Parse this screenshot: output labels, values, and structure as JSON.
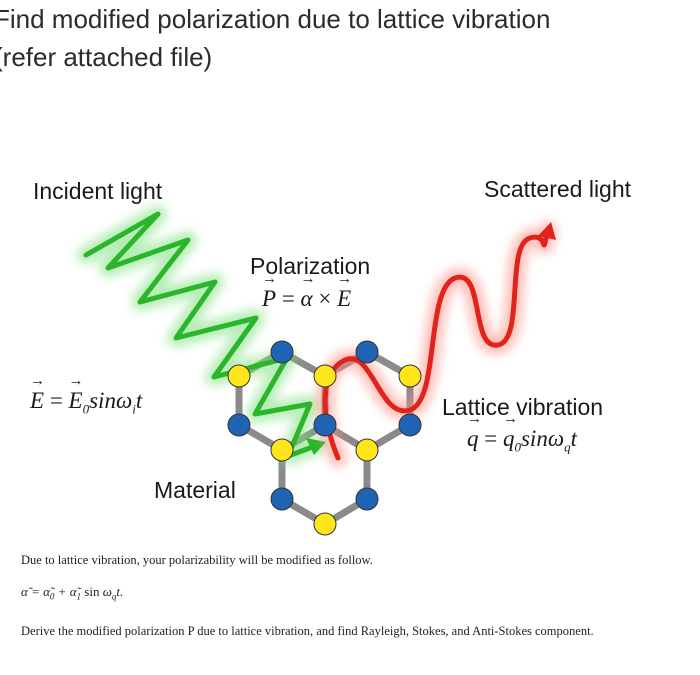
{
  "question": {
    "line1": "Find modified polarization due to lattice vibration",
    "line2": "(refer attached file)"
  },
  "diagram": {
    "incident_label": "Incident light",
    "scattered_label": "Scattered light",
    "polarization_label": "Polarization",
    "polarization_eq": "P = α × E",
    "field_eq": "E = E₀sinωᵢt",
    "lattice_label": "Lattice vibration",
    "lattice_eq": "q = q₀sinω_qt",
    "material_label": "Material",
    "colors": {
      "incident": "#2bb52b",
      "scattered": "#e0241b",
      "atom_blue": "#1f63b5",
      "atom_yellow": "#ffe61a",
      "bond": "#8a8a8a"
    }
  },
  "text": {
    "note1": "Due to lattice vibration, your polarizability will be modified as follow.",
    "formula": "α = α₀ + α₁ sin ω_qt.",
    "note2": "Derive the modified polarization P due to lattice vibration, and find Rayleigh, Stokes, and Anti-Stokes component."
  }
}
